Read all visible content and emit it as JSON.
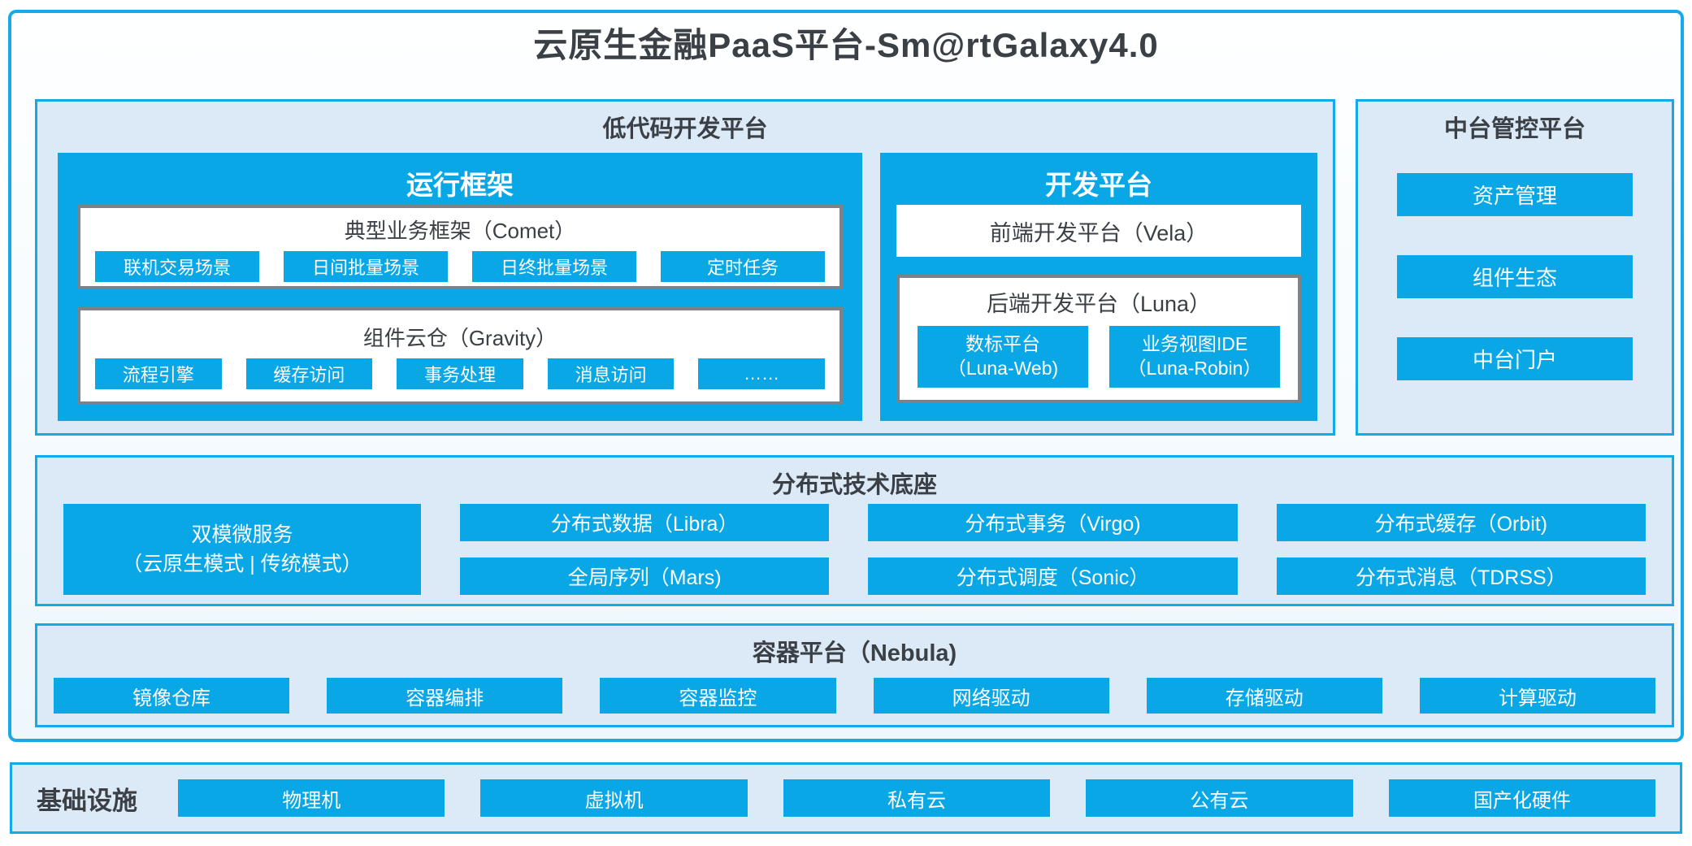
{
  "title": "云原生金融PaaS平台-Sm@rtGalaxy4.0",
  "colors": {
    "accent_blue": "#0aa7e6",
    "border_blue": "#14a9e9",
    "section_bg": "#dce9f6",
    "dark_text": "#3b4046",
    "gray_border": "#7b828c",
    "white": "#ffffff"
  },
  "low_code": {
    "title": "低代码开发平台",
    "runtime": {
      "title": "运行框架",
      "comet": {
        "title": "典型业务框架（Comet）",
        "items": [
          "联机交易场景",
          "日间批量场景",
          "日终批量场景",
          "定时任务"
        ]
      },
      "gravity": {
        "title": "组件云仓（Gravity）",
        "items": [
          "流程引擎",
          "缓存访问",
          "事务处理",
          "消息访问",
          "……"
        ]
      }
    },
    "dev": {
      "title": "开发平台",
      "vela": "前端开发平台（Vela）",
      "luna": {
        "title": "后端开发平台（Luna）",
        "items": [
          {
            "line1": "数标平台",
            "line2": "（Luna-Web)"
          },
          {
            "line1": "业务视图IDE",
            "line2": "（Luna-Robin）"
          }
        ]
      }
    }
  },
  "mid_control": {
    "title": "中台管控平台",
    "items": [
      "资产管理",
      "组件生态",
      "中台门户"
    ]
  },
  "distributed": {
    "title": "分布式技术底座",
    "dual": {
      "line1": "双模微服务",
      "line2": "（云原生模式 | 传统模式）"
    },
    "columns": [
      [
        "分布式数据（Libra）",
        "全局序列（Mars)"
      ],
      [
        "分布式事务（Virgo)",
        "分布式调度（Sonic）"
      ],
      [
        "分布式缓存（Orbit)",
        "分布式消息（TDRSS）"
      ]
    ]
  },
  "container_platform": {
    "title": "容器平台（Nebula)",
    "items": [
      "镜像仓库",
      "容器编排",
      "容器监控",
      "网络驱动",
      "存储驱动",
      "计算驱动"
    ]
  },
  "infrastructure": {
    "label": "基础设施",
    "items": [
      "物理机",
      "虚拟机",
      "私有云",
      "公有云",
      "国产化硬件"
    ]
  }
}
